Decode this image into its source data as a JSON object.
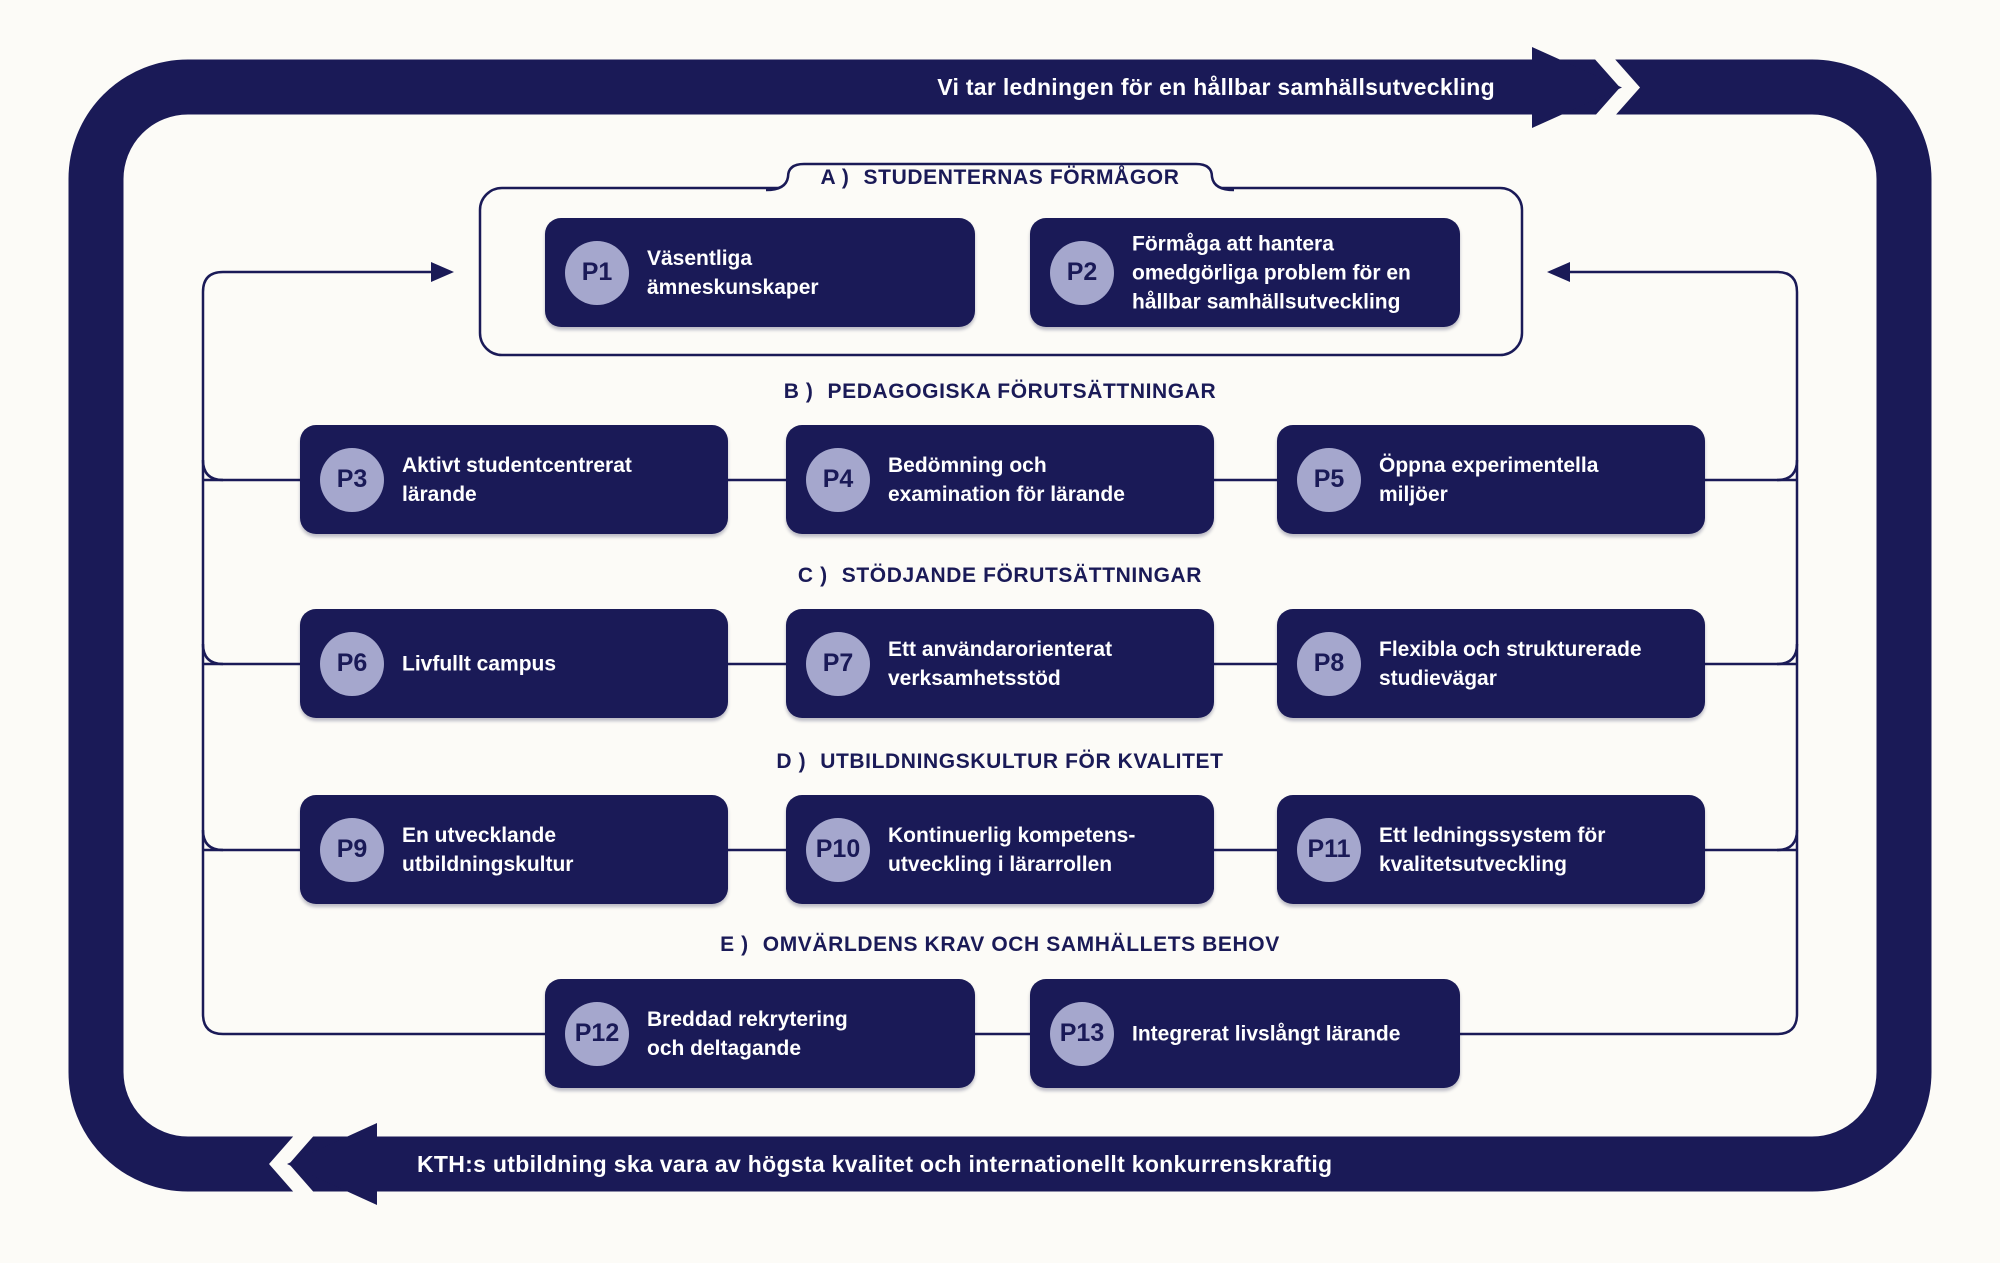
{
  "colors": {
    "navy": "#1a1a57",
    "circle_fill": "#a5a7cd",
    "background": "#fcfbf7",
    "text_light": "#ffffff"
  },
  "banners": {
    "top": "Vi tar ledningen för en hållbar samhällsutveckling",
    "bottom": "KTH:s utbildning ska vara av högsta kvalitet och internationellt konkurrenskraftig"
  },
  "sections": [
    {
      "label": "A )",
      "title": "STUDENTERNAS FÖRMÅGOR",
      "items": [
        {
          "id": "P1",
          "text": "Väsentliga\nämneskunskaper"
        },
        {
          "id": "P2",
          "text": "Förmåga att hantera\nomedgörliga problem för en\nhållbar samhällsutveckling"
        }
      ]
    },
    {
      "label": "B )",
      "title": "PEDAGOGISKA FÖRUTSÄTTNINGAR",
      "items": [
        {
          "id": "P3",
          "text": "Aktivt studentcentrerat\nlärande"
        },
        {
          "id": "P4",
          "text": "Bedömning och\nexamination för lärande"
        },
        {
          "id": "P5",
          "text": "Öppna experimentella\nmiljöer"
        }
      ]
    },
    {
      "label": "C )",
      "title": "STÖDJANDE FÖRUTSÄTTNINGAR",
      "items": [
        {
          "id": "P6",
          "text": "Livfullt campus"
        },
        {
          "id": "P7",
          "text": "Ett användarorienterat\nverksamhetsstöd"
        },
        {
          "id": "P8",
          "text": "Flexibla och strukturerade\nstudievägar"
        }
      ]
    },
    {
      "label": "D )",
      "title": "UTBILDNINGSKULTUR FÖR KVALITET",
      "items": [
        {
          "id": "P9",
          "text": "En utvecklande\nutbildningskultur"
        },
        {
          "id": "P10",
          "text": "Kontinuerlig kompetens-\nutveckling i lärarrollen"
        },
        {
          "id": "P11",
          "text": "Ett ledningssystem för\nkvalitetsutveckling"
        }
      ]
    },
    {
      "label": "E )",
      "title": "OMVÄRLDENS KRAV OCH SAMHÄLLETS BEHOV",
      "items": [
        {
          "id": "P12",
          "text": "Breddad rekrytering\noch deltagande"
        },
        {
          "id": "P13",
          "text": "Integrerat livslångt lärande"
        }
      ]
    }
  ]
}
